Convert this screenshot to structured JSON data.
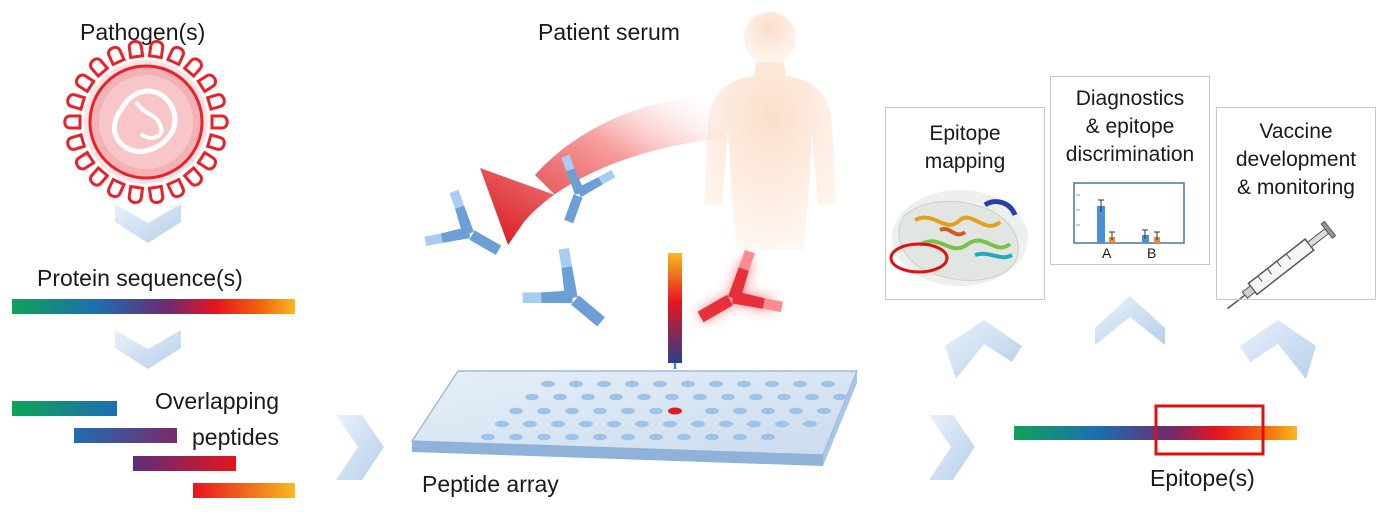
{
  "labels": {
    "pathogens": "Pathogen(s)",
    "patient_serum": "Patient serum",
    "protein_sequences": "Protein sequence(s)",
    "overlapping_1": "Overlapping",
    "overlapping_2": "peptides",
    "peptide_array": "Peptide array",
    "epitopes": "Epitope(s)"
  },
  "cards": {
    "epitope_mapping": [
      "Epitope",
      "mapping"
    ],
    "diagnostics": [
      "Diagnostics",
      "& epitope",
      "discrimination"
    ],
    "vaccine": [
      "Vaccine",
      "development",
      "& monitoring"
    ]
  },
  "mini_chart": {
    "categories": [
      "A",
      "B"
    ]
  },
  "colors": {
    "gradient": [
      "#1aa35a",
      "#1d6fb0",
      "#7a2a6a",
      "#e8141c",
      "#f28c12",
      "#f7b520"
    ],
    "chevron": "#cfe0f0",
    "antibody": "#6b9fd6",
    "antibody_bound": "#e8303a",
    "highlight_box": "#e01010"
  }
}
